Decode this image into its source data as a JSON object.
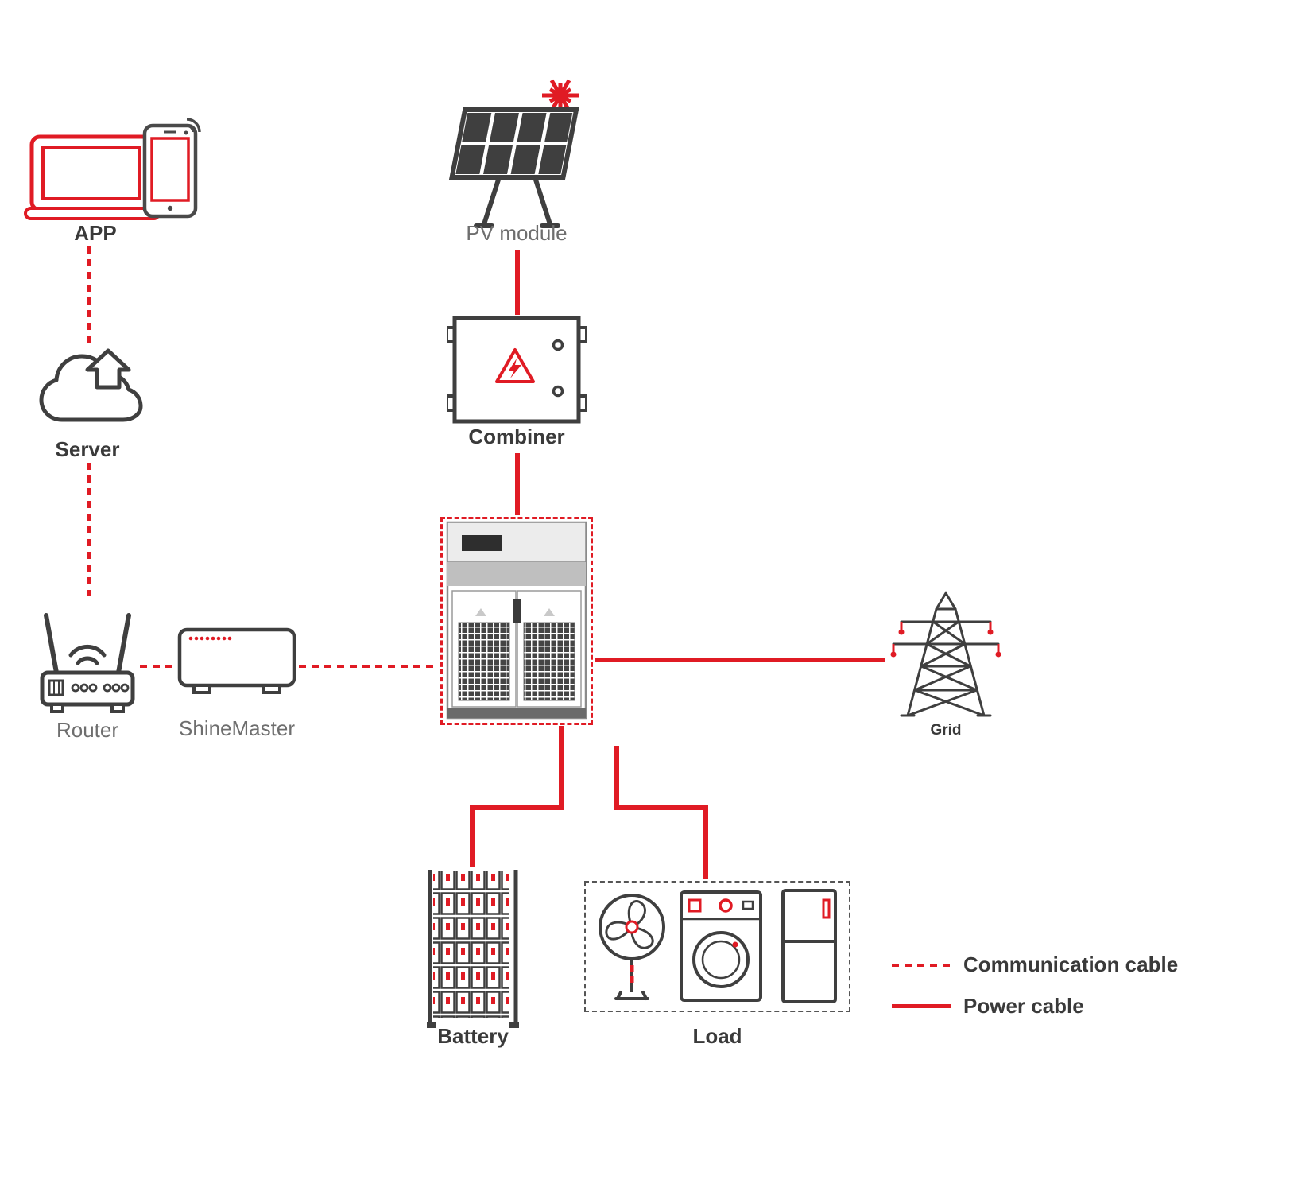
{
  "nodes": {
    "app": {
      "label": "APP"
    },
    "pv": {
      "label": "PV module"
    },
    "server": {
      "label": "Server"
    },
    "combiner": {
      "label": "Combiner"
    },
    "router": {
      "label": "Router"
    },
    "shinemaster": {
      "label": "ShineMaster"
    },
    "grid": {
      "label": "Grid"
    },
    "battery": {
      "label": "Battery"
    },
    "load": {
      "label": "Load"
    }
  },
  "legend": {
    "communication_label": "Communication cable",
    "power_label": "Power cable"
  },
  "colors": {
    "accent_red": "#e01b24",
    "icon_dark": "#3f3f3f"
  },
  "icons": {
    "app": [
      "laptop-icon",
      "phone-icon",
      "wifi-icon"
    ],
    "server": [
      "cloud-upload-icon"
    ],
    "router": [
      "router-icon"
    ],
    "shinemaster": [
      "shinemaster-device-icon"
    ],
    "pv": [
      "solar-panel-icon",
      "sun-icon"
    ],
    "combiner": [
      "combiner-box-icon",
      "warning-lightning-icon"
    ],
    "inverter": [
      "inverter-cabinet-icon"
    ],
    "grid": [
      "transmission-tower-icon"
    ],
    "battery": [
      "battery-rack-icon"
    ],
    "load": [
      "fan-icon",
      "washing-machine-icon",
      "refrigerator-icon"
    ]
  }
}
